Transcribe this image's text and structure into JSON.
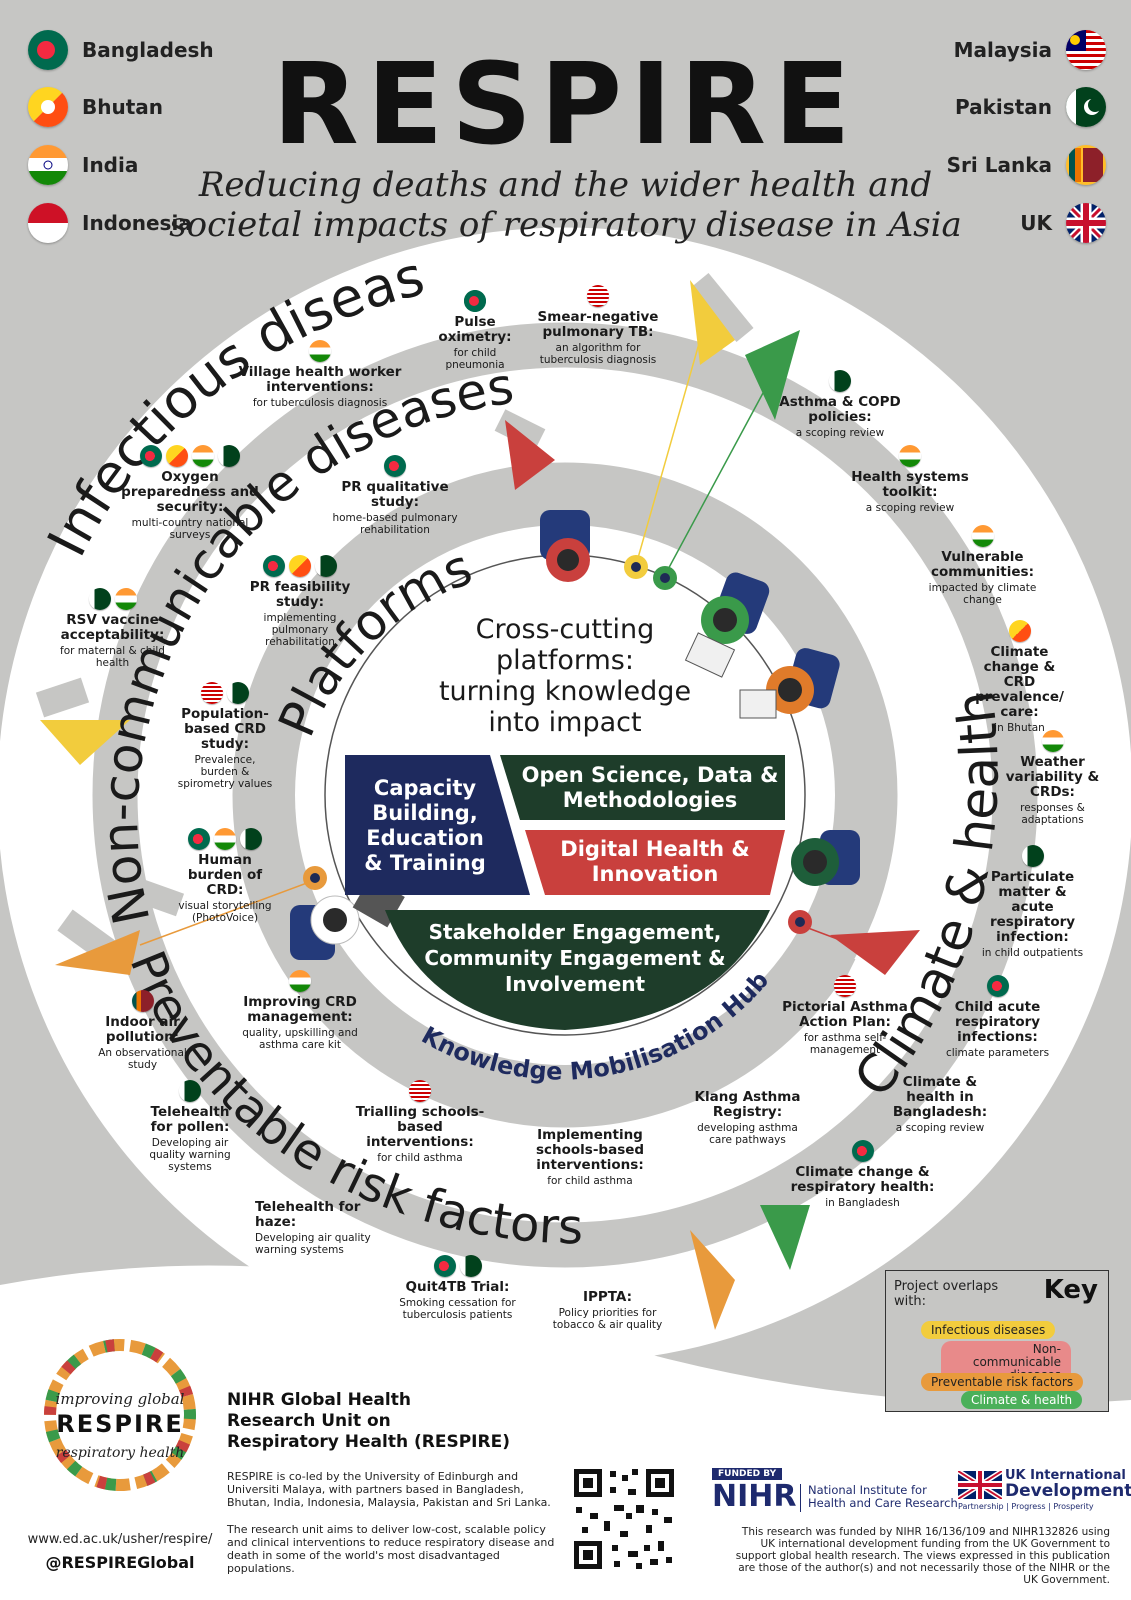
{
  "header": {
    "title": "RESPIRE",
    "subtitle_line1": "Reducing deaths and the wider health and",
    "subtitle_line2": "societal impacts of respiratory disease in Asia"
  },
  "countries_left": [
    "Bangladesh",
    "Bhutan",
    "India",
    "Indonesia"
  ],
  "countries_right": [
    "Malaysia",
    "Pakistan",
    "Sri Lanka",
    "UK"
  ],
  "ring_labels": {
    "infectious": "Infectious diseases",
    "ncd": "Non-communicable diseases",
    "platforms": "Platforms",
    "climate": "Climate & health",
    "preventable": "Preventable risk factors",
    "hub": "Knowledge Mobilisation Hub"
  },
  "center": {
    "line1": "Cross-cutting",
    "line2": "platforms:",
    "line3": "turning knowledge",
    "line4": "into impact",
    "capacity": "Capacity Building, Education & Training",
    "open_science": "Open Science, Data & Methodologies",
    "digital": "Digital Health & Innovation",
    "stakeholder": "Stakeholder Engagement, Community Engagement & Involvement"
  },
  "projects": {
    "pulse": {
      "title": "Pulse oximetry:",
      "sub": "for child pneumonia"
    },
    "smear": {
      "title": "Smear-negative pulmonary TB:",
      "sub": "an algorithm for tuberculosis diagnosis"
    },
    "village": {
      "title": "Village health worker interventions:",
      "sub": "for tuberculosis diagnosis"
    },
    "oxygen": {
      "title": "Oxygen preparedness and security:",
      "sub": "multi-country national surveys"
    },
    "prqual": {
      "title": "PR qualitative study:",
      "sub": "home-based pulmonary rehabilitation"
    },
    "prfeas": {
      "title": "PR feasibility study:",
      "sub": "implementing pulmonary rehabilitation"
    },
    "rsv": {
      "title": "RSV vaccine acceptability:",
      "sub": "for maternal & child health"
    },
    "popcrd": {
      "title": "Population-based CRD study:",
      "sub": "Prevalence, burden & spirometry values"
    },
    "human": {
      "title": "Human burden of CRD:",
      "sub": "visual storytelling (PhotoVoice)"
    },
    "asthma_copd": {
      "title": "Asthma & COPD policies:",
      "sub": "a scoping review"
    },
    "hstoolkit": {
      "title": "Health systems toolkit:",
      "sub": "a scoping review"
    },
    "vulnerable": {
      "title": "Vulnerable communities:",
      "sub": "impacted by climate change"
    },
    "climcrd": {
      "title": "Climate change & CRD prevalence/ care:",
      "sub": "in Bhutan"
    },
    "weather": {
      "title": "Weather variability & CRDs:",
      "sub": "responses & adaptations"
    },
    "particulate": {
      "title": "Particulate matter & acute respiratory infection:",
      "sub": "in child outpatients"
    },
    "childacute": {
      "title": "Child acute respiratory infections:",
      "sub": "climate parameters"
    },
    "climbd": {
      "title": "Climate & health in Bangladesh:",
      "sub": "a scoping review"
    },
    "climresp": {
      "title": "Climate change & respiratory health:",
      "sub": "in Bangladesh"
    },
    "pictorial": {
      "title": "Pictorial Asthma Action Plan:",
      "sub": "for asthma self-management"
    },
    "klang": {
      "title": "Klang Asthma Registry:",
      "sub": "developing asthma care pathways"
    },
    "indoor": {
      "title": "Indoor air pollution:",
      "sub": "An observational study"
    },
    "improving": {
      "title": "Improving CRD management:",
      "sub": "quality, upskilling and asthma care kit"
    },
    "pollen": {
      "title": "Telehealth for pollen:",
      "sub": "Developing air quality warning systems"
    },
    "trialling": {
      "title": "Trialling schools-based interventions:",
      "sub": "for child asthma"
    },
    "implementing": {
      "title": "Implementing schools-based interventions:",
      "sub": "for child asthma"
    },
    "haze": {
      "title": "Telehealth for haze:",
      "sub": "Developing air quality warning systems"
    },
    "quit4tb": {
      "title": "Quit4TB Trial:",
      "sub": "Smoking cessation for tuberculosis patients"
    },
    "ippta": {
      "title": "IPPTA:",
      "sub": "Policy priorities for tobacco & air quality"
    }
  },
  "key": {
    "intro": "Project overlaps with:",
    "title": "Key",
    "items": [
      "Infectious diseases",
      "Non-communicable diseases",
      "Preventable risk factors",
      "Climate & health"
    ],
    "colors": [
      "#f2cc3d",
      "#c9403d",
      "#e89a3c",
      "#3a9a4a"
    ]
  },
  "footer": {
    "logo_top": "improving global",
    "logo_mid": "RESPIRE",
    "logo_bottom": "respiratory health",
    "url": "www.ed.ac.uk/usher/respire/",
    "handle": "@RESPIREGlobal",
    "unit_line1": "NIHR Global Health",
    "unit_line2": "Research Unit on",
    "unit_line3": "Respiratory Health (RESPIRE)",
    "para1": "RESPIRE is co-led by the University of Edinburgh and Universiti Malaya, with partners based in Bangladesh, Bhutan, India, Indonesia, Malaysia, Pakistan and Sri Lanka.",
    "para2": "The research unit aims to deliver low-cost, scalable policy and clinical interventions to reduce respiratory disease and death in some of the world's most disadvantaged populations.",
    "funded_by": "FUNDED BY",
    "nihr": "NIHR",
    "nihr_full": "National Institute for Health and Care Research",
    "ukid1": "UK International",
    "ukid2": "Development",
    "ukid_tag": "Partnership | Progress | Prosperity",
    "disclaimer": "This research was funded by NIHR 16/136/109 and NIHR132826 using UK international development funding from the UK Government to support global health research. The views expressed in this publication are those of the author(s) and not necessarily those of the NIHR or the UK Government."
  }
}
